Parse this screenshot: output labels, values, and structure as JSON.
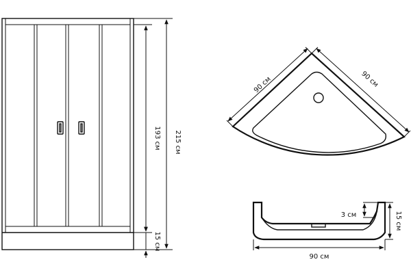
{
  "front_view": {
    "total_height_label": "215 см",
    "door_height_label": "193 см",
    "base_height_label": "15 см"
  },
  "top_view": {
    "left_side_label": "90 см",
    "right_side_label": "90 см"
  },
  "side_view": {
    "depth_label": "3 см",
    "height_label": "15 см",
    "width_label": "90 см"
  },
  "colors": {
    "line": "#111111",
    "background": "#ffffff"
  }
}
